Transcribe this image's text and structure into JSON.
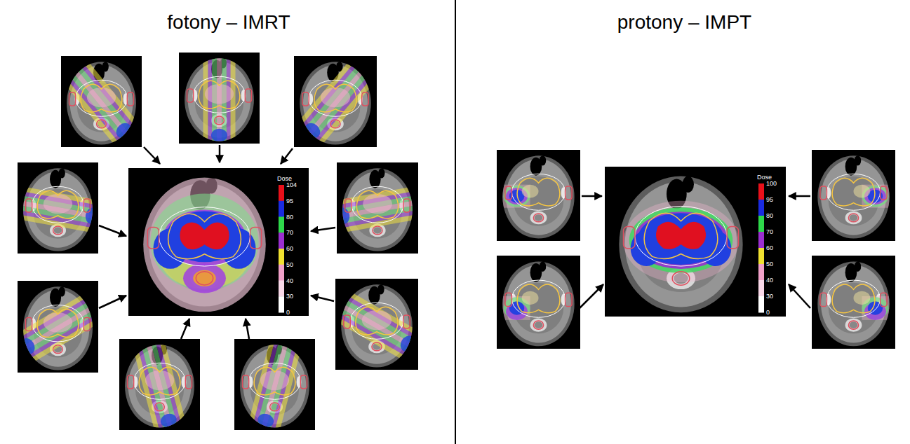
{
  "diagram": {
    "nodes": [
      {
        "text": [
          "fotony – IMRT"
        ]
      },
      {
        "text": [
          "Dose"
        ],
        "in": 0
      },
      {
        "text": [
          "protony – IMPT"
        ]
      },
      {
        "text": [
          "Dose"
        ],
        "in": 2
      }
    ],
    "labels": [
      "104",
      "95",
      "80",
      "70",
      "60",
      "50",
      "40",
      "30",
      "0",
      "100",
      "95",
      "80",
      "70",
      "60",
      "50",
      "40",
      "30",
      "0"
    ]
  }
}
